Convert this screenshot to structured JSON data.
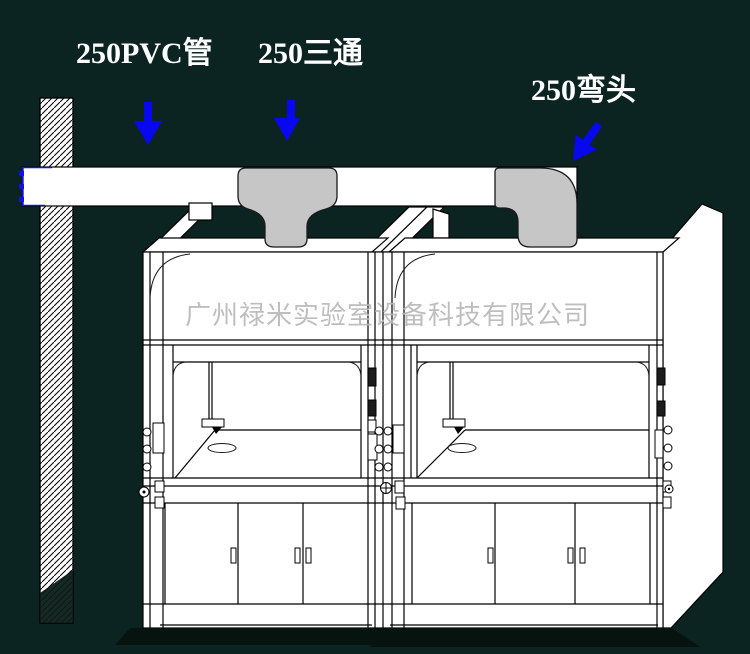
{
  "scene": {
    "background_color": "#0b2421",
    "labels": {
      "pipe": "250PVC管",
      "tee": "250三通",
      "elbow": "250弯头"
    },
    "watermark": "广州禄米实验室设备科技有限公司",
    "colors": {
      "fitting_gray": "#c6c6c6",
      "arrow_blue": "#0808f0",
      "watermark_gray": "#b6b6b6",
      "drawing_white": "#ffffff",
      "shadow_dark": "#06130f"
    }
  }
}
